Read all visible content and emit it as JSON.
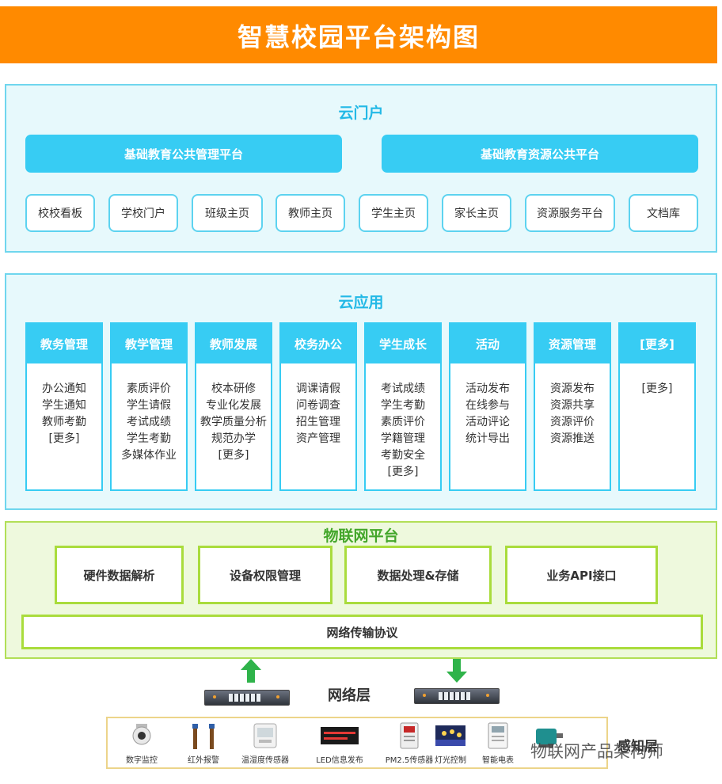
{
  "header": {
    "title": "智慧校园平台架构图"
  },
  "portal": {
    "title": "云门户",
    "platforms": [
      "基础教育公共管理平台",
      "基础教育资源公共平台"
    ],
    "items": [
      "校校看板",
      "学校门户",
      "班级主页",
      "教师主页",
      "学生主页",
      "家长主页",
      "资源服务平台",
      "文档库"
    ]
  },
  "apps": {
    "title": "云应用",
    "columns": [
      {
        "head": "教务管理",
        "items": [
          "办公通知",
          "学生通知",
          "教师考勤",
          "[更多]"
        ]
      },
      {
        "head": "教学管理",
        "items": [
          "素质评价",
          "学生请假",
          "考试成绩",
          "学生考勤",
          "多媒体作业"
        ]
      },
      {
        "head": "教师发展",
        "items": [
          "校本研修",
          "专业化发展",
          "教学质量分析",
          "规范办学",
          "[更多]"
        ]
      },
      {
        "head": "校务办公",
        "items": [
          "调课请假",
          "问卷调查",
          "招生管理",
          "资产管理"
        ]
      },
      {
        "head": "学生成长",
        "items": [
          "考试成绩",
          "学生考勤",
          "素质评价",
          "学籍管理",
          "考勤安全",
          "[更多]"
        ]
      },
      {
        "head": "活动",
        "items": [
          "活动发布",
          "在线参与",
          "活动评论",
          "统计导出"
        ]
      },
      {
        "head": "资源管理",
        "items": [
          "资源发布",
          "资源共享",
          "资源评价",
          "资源推送"
        ]
      },
      {
        "head": "[更多]",
        "items": [
          "[更多]"
        ]
      }
    ]
  },
  "iot": {
    "title": "物联网平台",
    "modules": [
      "硬件数据解析",
      "设备权限管理",
      "数据处理&存储",
      "业务API接口"
    ],
    "protocol": "网络传输协议"
  },
  "network": {
    "label": "网络层"
  },
  "perception": {
    "label": "感知层",
    "devices": [
      "数字监控",
      "红外报警",
      "温湿度传感器",
      "LED信息发布",
      "PM2.5传感器",
      "灯光控制",
      "智能电表",
      ""
    ]
  },
  "watermark": "物联网产品架构师",
  "colors": {
    "header": "#ff8a00",
    "cloud_accent": "#37ccf3",
    "iot_border": "#a9dc3c",
    "arrow": "#2fb34a"
  }
}
